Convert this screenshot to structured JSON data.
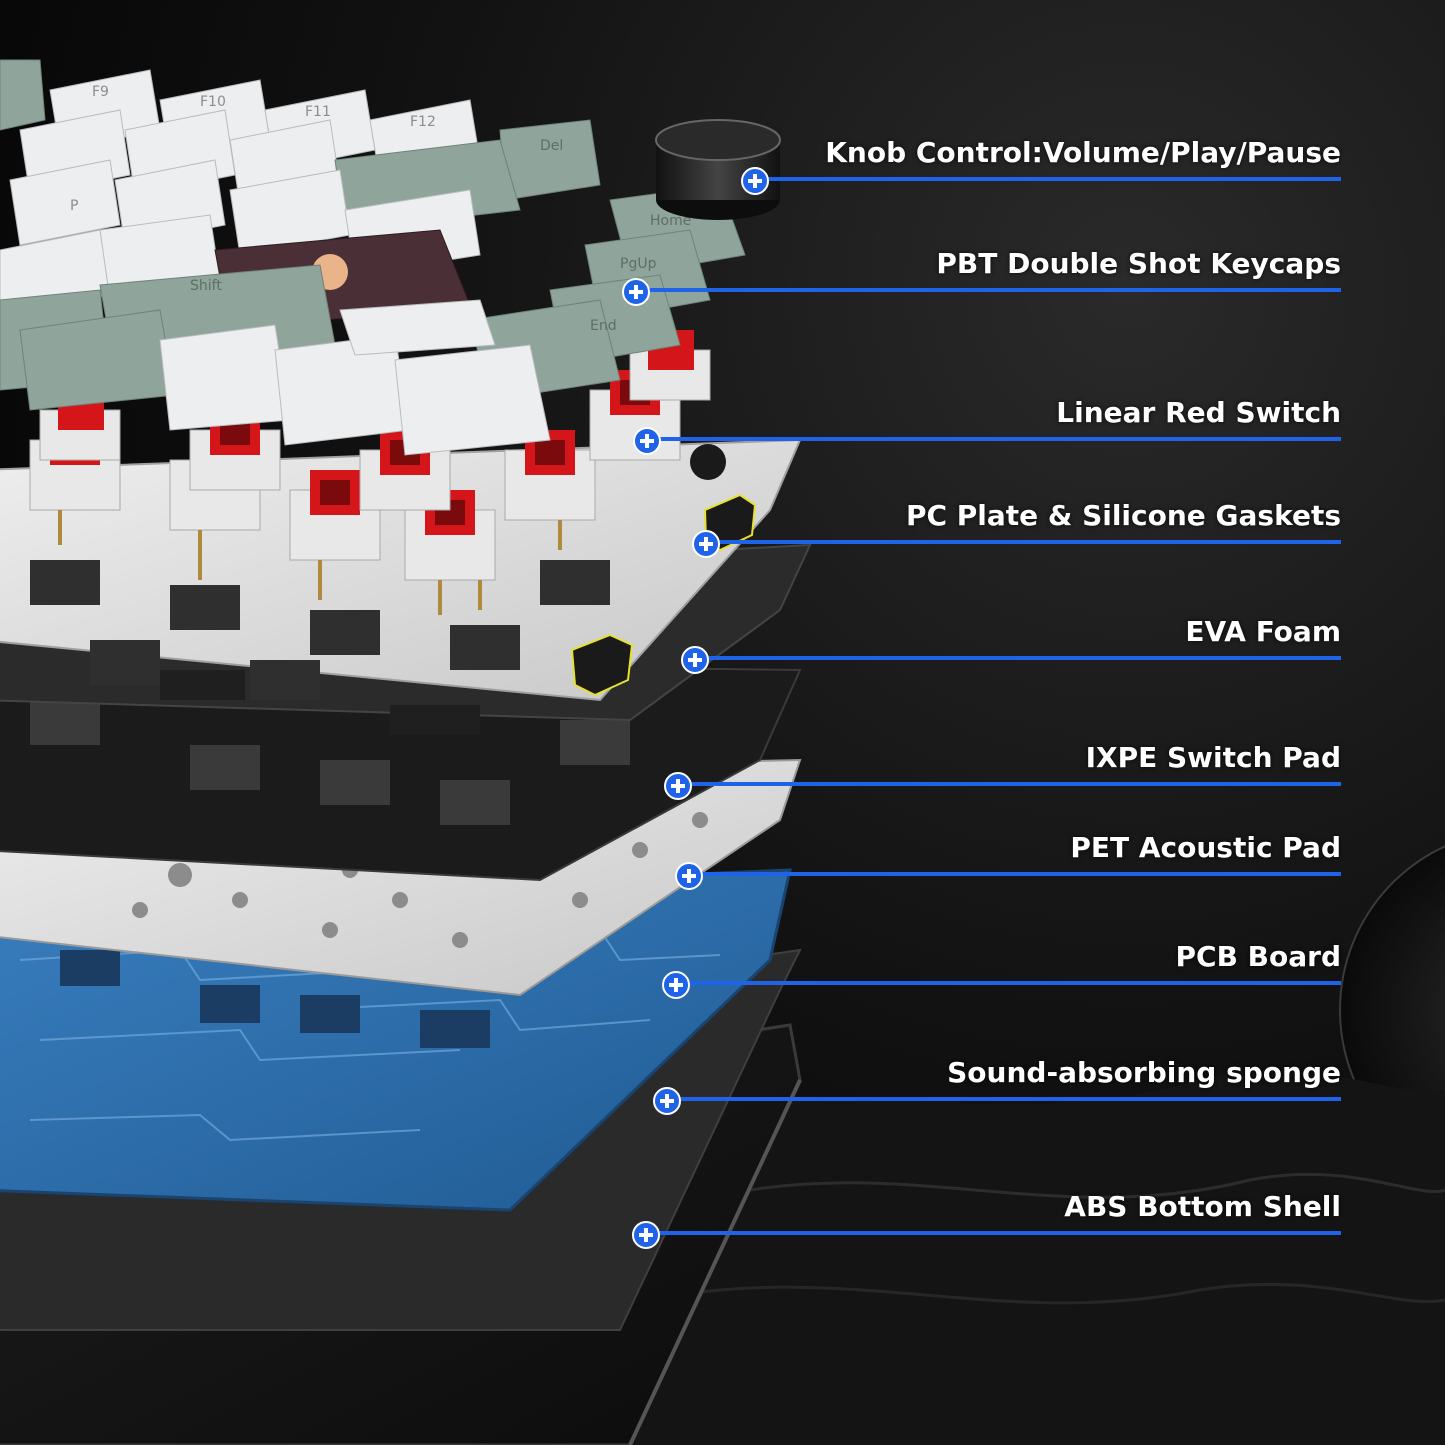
{
  "colors": {
    "accent": "#1e63e8",
    "switch_red": "#d4161b",
    "keycap_white": "#eceef0",
    "keycap_green": "#8fa49b",
    "keycap_dark": "#4a2f36",
    "pcb_blue": "#2d6fae",
    "plate_gray": "#d9d9d9",
    "foam_black": "#2b2b2b"
  },
  "keycap_legends": [
    "F9",
    "F10",
    "F11",
    "F12",
    "Del",
    "Home",
    "PgUp",
    "End",
    "P",
    "Shift"
  ],
  "callouts": [
    {
      "label": "Knob Control:Volume/Play/Pause",
      "icon": "plus-circle-icon"
    },
    {
      "label": "PBT Double Shot Keycaps",
      "icon": "plus-circle-icon"
    },
    {
      "label": "Linear Red Switch",
      "icon": "plus-circle-icon"
    },
    {
      "label": "PC Plate & Silicone Gaskets",
      "icon": "plus-circle-icon"
    },
    {
      "label": "EVA Foam",
      "icon": "plus-circle-icon"
    },
    {
      "label": "IXPE Switch Pad",
      "icon": "plus-circle-icon"
    },
    {
      "label": "PET Acoustic Pad",
      "icon": "plus-circle-icon"
    },
    {
      "label": "PCB Board",
      "icon": "plus-circle-icon"
    },
    {
      "label": "Sound-absorbing sponge",
      "icon": "plus-circle-icon"
    },
    {
      "label": "ABS Bottom Shell",
      "icon": "plus-circle-icon"
    }
  ]
}
